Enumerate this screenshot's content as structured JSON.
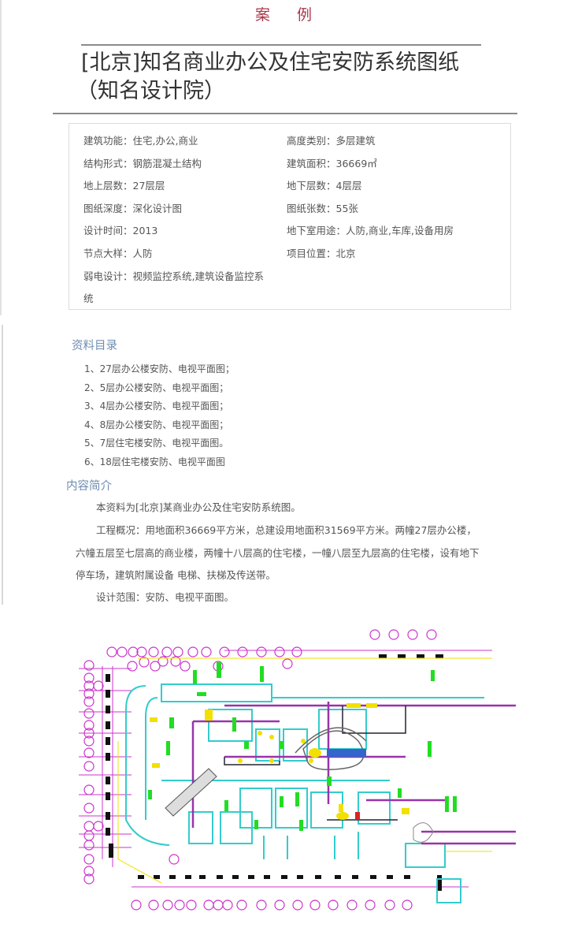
{
  "header": {
    "case_label": "案 例",
    "title_line1": "[北京]知名商业办公及住宅安防系统图纸",
    "title_line2": "（知名设计院）"
  },
  "info": {
    "rows": [
      {
        "left": {
          "key": "建筑功能",
          "value": "住宅,办公,商业"
        },
        "right": {
          "key": "高度类别",
          "value": "多层建筑"
        }
      },
      {
        "left": {
          "key": "结构形式",
          "value": "钢筋混凝土结构"
        },
        "right": {
          "key": "建筑面积",
          "value": "36669㎡"
        }
      },
      {
        "left": {
          "key": "地上层数",
          "value": "27层层"
        },
        "right": {
          "key": "地下层数",
          "value": "4层层"
        }
      },
      {
        "left": {
          "key": "图纸深度",
          "value": "深化设计图"
        },
        "right": {
          "key": "图纸张数",
          "value": "55张"
        }
      },
      {
        "left": {
          "key": "设计时间",
          "value": "2013"
        },
        "right": {
          "key": "地下室用途",
          "value": "人防,商业,车库,设备用房"
        }
      },
      {
        "left": {
          "key": "节点大样",
          "value": "人防"
        },
        "right": {
          "key": "项目位置",
          "value": "北京"
        }
      },
      {
        "left": {
          "key": "弱电设计",
          "value": "视频监控系统,建筑设备监控系"
        },
        "right": null
      }
    ],
    "wrap_line": "统",
    "separator": "："
  },
  "toc": {
    "title": "资料目录",
    "items": [
      "1、27层办公楼安防、电视平面图；",
      "2、5层办公楼安防、电视平面图；",
      "3、4层办公楼安防、电视平面图；",
      "4、8层办公楼安防、电视平面图；",
      "5、7层住宅楼安防、电视平面图。",
      "6、18层住宅楼安防、电视平面图"
    ]
  },
  "intro": {
    "title": "内容简介",
    "p1": "本资料为[北京]某商业办公及住宅安防系统图。",
    "p2_line1": "工程概况：用地面积36669平方米，总建设用地面积31569平方米。两幢27层办公楼，",
    "p2_line2": "六幢五层至七层高的商业楼，两幢十八层高的住宅楼，一幢八层至九层高的住宅楼，设有地下",
    "p2_line3": "停车场，建筑附属设备 电梯、扶梯及传送带。",
    "p3": "设计范围：安防、电视平面图。"
  },
  "drawing": {
    "name": "cad-security-floor-plan",
    "colors": {
      "axis": "#cc33cc",
      "wall": "#33cccc",
      "equipment": "#22dd22",
      "highlight": "#f2e000",
      "dark": "#111133",
      "bus": "#9933aa",
      "pipe": "#3344aa"
    }
  }
}
